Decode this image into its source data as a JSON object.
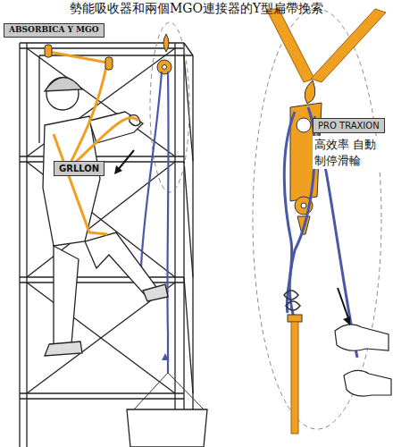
{
  "diagram": {
    "title": "勢能吸收器和兩個MGO連接器的Y型扁帶挽索",
    "nodes": [
      {
        "text": [
          "ABSORBICA Y MGO"
        ]
      },
      {
        "text": [
          "GRLLON"
        ]
      },
      {
        "text": [
          "PRO TRAXION",
          "高效率 自動制停滑輪"
        ]
      }
    ]
  }
}
